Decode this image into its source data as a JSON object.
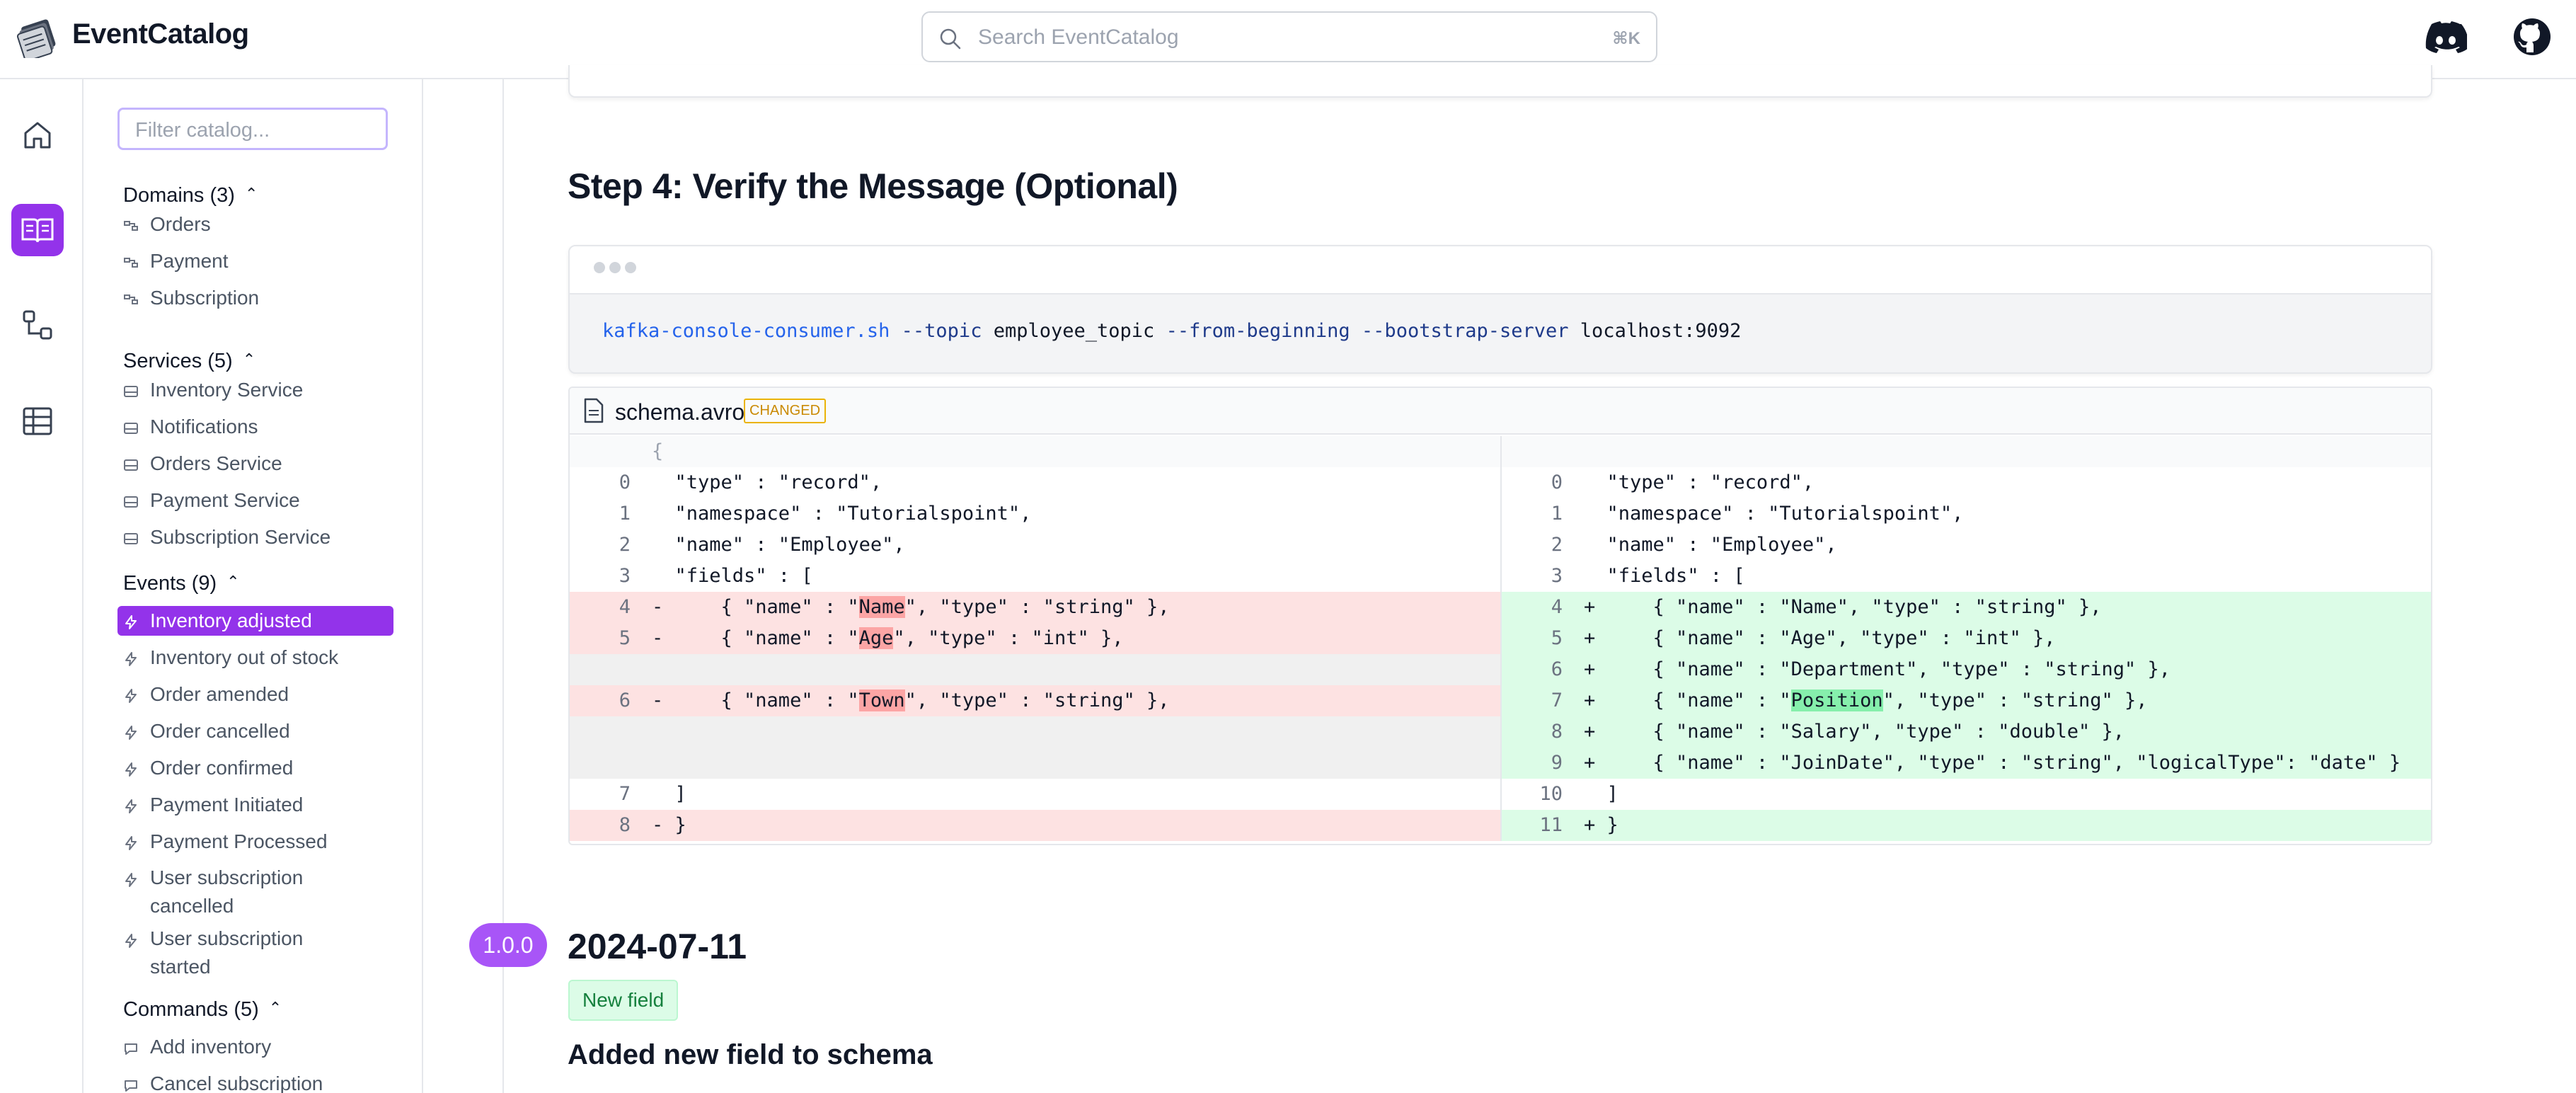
{
  "app": {
    "brand": "EventCatalog",
    "search_placeholder": "Search EventCatalog",
    "search_shortcut": "⌘K"
  },
  "sidebar": {
    "filter_placeholder": "Filter catalog...",
    "sections": [
      {
        "title": "Domains (3)",
        "items": [
          "Orders",
          "Payment",
          "Subscription"
        ]
      },
      {
        "title": "Services (5)",
        "items": [
          "Inventory Service",
          "Notifications",
          "Orders Service",
          "Payment Service",
          "Subscription Service"
        ]
      },
      {
        "title": "Events (9)",
        "items": [
          "Inventory adjusted",
          "Inventory out of stock",
          "Order amended",
          "Order cancelled",
          "Order confirmed",
          "Payment Initiated",
          "Payment Processed",
          "User subscription cancelled",
          "User subscription started"
        ],
        "active": "Inventory adjusted"
      },
      {
        "title": "Commands (5)",
        "items": [
          "Add inventory",
          "Cancel subscription"
        ]
      }
    ]
  },
  "content": {
    "step_title": "Step 4: Verify the Message (Optional)",
    "command": {
      "tool": "kafka-console-consumer.sh",
      "flag_topic": "--topic",
      "topic": "employee_topic",
      "flag_begin": "--from-beginning",
      "flag_server": "--bootstrap-server",
      "server": "localhost:9092"
    },
    "diff": {
      "filename": "schema.avro",
      "badge": "CHANGED",
      "left_open": "{",
      "left": [
        {
          "n": "0",
          "t": "  \"type\" : \"record\","
        },
        {
          "n": "1",
          "t": "  \"namespace\" : \"Tutorialspoint\","
        },
        {
          "n": "2",
          "t": "  \"name\" : \"Employee\","
        },
        {
          "n": "3",
          "t": "  \"fields\" : ["
        },
        {
          "n": "4",
          "p": "-     { \"name\" : \"",
          "h": "Name",
          "s": "\", \"type\" : \"string\" },"
        },
        {
          "n": "5",
          "p": "-     { \"name\" : \"",
          "h": "Age",
          "s": "\", \"type\" : \"int\" },"
        },
        {
          "n": "6",
          "p": "-     { \"name\" : \"",
          "h": "Town",
          "s": "\", \"type\" : \"string\" },"
        },
        {
          "n": "7",
          "t": "  ]"
        },
        {
          "n": "8",
          "t": "- }"
        }
      ],
      "right": [
        {
          "n": "0",
          "t": "  \"type\" : \"record\","
        },
        {
          "n": "1",
          "t": "  \"namespace\" : \"Tutorialspoint\","
        },
        {
          "n": "2",
          "t": "  \"name\" : \"Employee\","
        },
        {
          "n": "3",
          "t": "  \"fields\" : ["
        },
        {
          "n": "4",
          "t": "+     { \"name\" : \"Name\", \"type\" : \"string\" },"
        },
        {
          "n": "5",
          "t": "+     { \"name\" : \"Age\", \"type\" : \"int\" },"
        },
        {
          "n": "6",
          "t": "+     { \"name\" : \"Department\", \"type\" : \"string\" },"
        },
        {
          "n": "7",
          "p": "+     { \"name\" : \"",
          "h": "Position",
          "s": "\", \"type\" : \"string\" },"
        },
        {
          "n": "8",
          "t": "+     { \"name\" : \"Salary\", \"type\" : \"double\" },"
        },
        {
          "n": "9",
          "t": "+     { \"name\" : \"JoinDate\", \"type\" : \"string\", \"logicalType\": \"date\" }"
        },
        {
          "n": "10",
          "t": "  ]"
        },
        {
          "n": "11",
          "t": "+ }"
        }
      ]
    },
    "version": "1.0.0",
    "version_date": "2024-07-11",
    "tag": "New field",
    "added_heading": "Added new field to schema"
  },
  "colors": {
    "accent": "#9333ea",
    "del_bg": "#fee2e2",
    "add_bg": "#dcfce7"
  }
}
